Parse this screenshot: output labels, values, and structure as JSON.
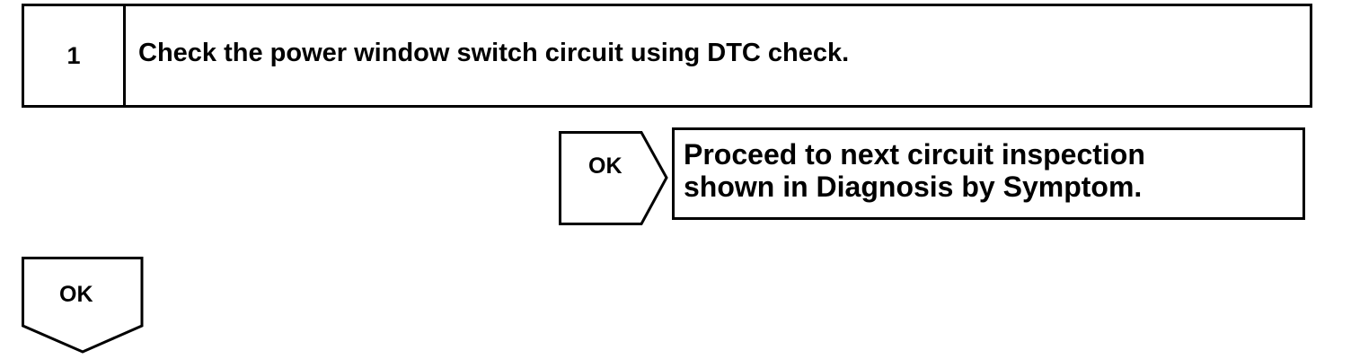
{
  "step": {
    "number": "1",
    "text": "Check the power window switch circuit using DTC check."
  },
  "branch_right": {
    "label": "OK",
    "result_line1": "Proceed to next circuit inspection",
    "result_line2": "shown in Diagnosis by Symptom."
  },
  "branch_down": {
    "label": "OK"
  }
}
